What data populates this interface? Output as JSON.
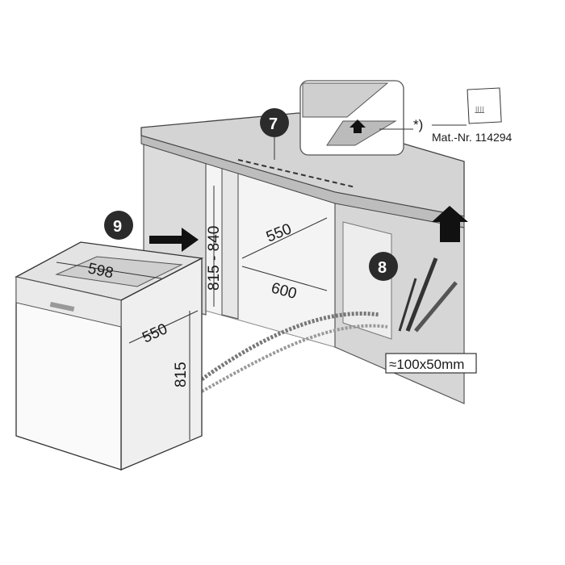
{
  "callouts": {
    "seven": "7",
    "eight": "8",
    "nine": "9"
  },
  "accessory": {
    "footnote_mark": "*)",
    "material_number": "Mat.-Nr. 114294"
  },
  "dimensions": {
    "niche_height": "815 - 840",
    "niche_depth": "550",
    "niche_width": "600",
    "appliance_width": "598",
    "appliance_depth": "550",
    "appliance_height": "815",
    "opening_size": "≈100x50mm"
  },
  "colors": {
    "line": "#2a2a2a",
    "panel": "#d9d9d9",
    "panel_light": "#ececec",
    "callout": "#2b2b2b"
  }
}
